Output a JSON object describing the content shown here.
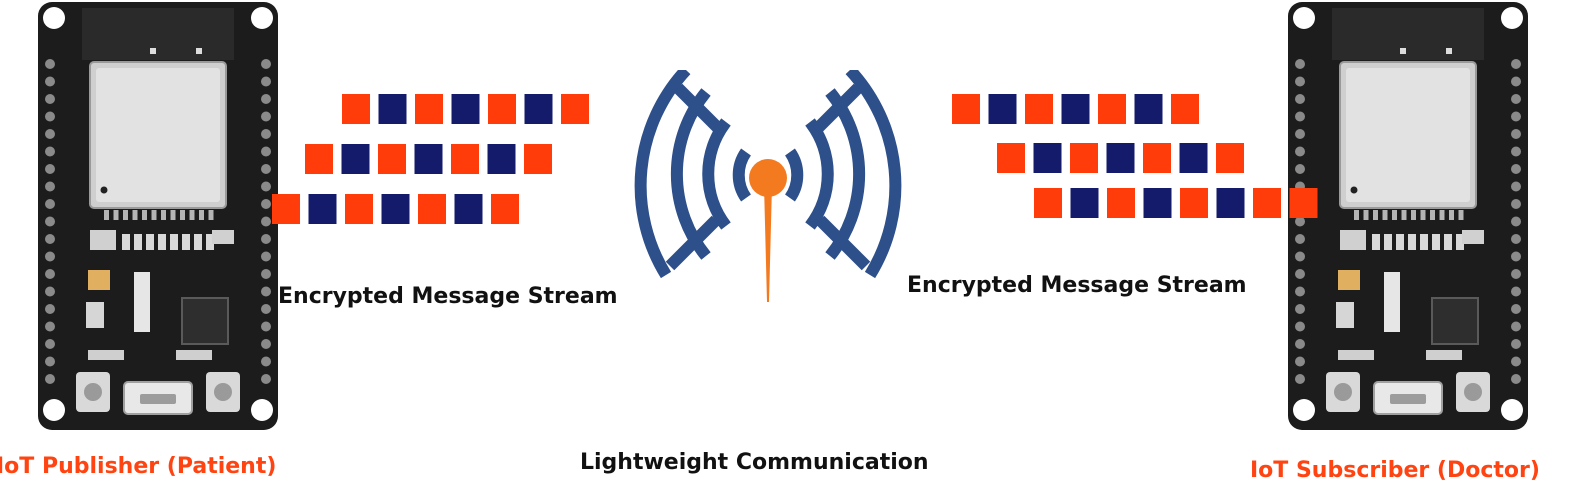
{
  "publisher": {
    "label": "IoT Publisher (Patient)"
  },
  "subscriber": {
    "label": "IoT Subscriber (Doctor)"
  },
  "streams": {
    "left_label": "Encrypted Message Stream",
    "right_label": "Encrypted Message Stream"
  },
  "footer": {
    "label": "Lightweight Communication"
  },
  "colors": {
    "packet_orange": "#ff3c0a",
    "packet_navy": "#151b6b",
    "label_orange": "#ff4412",
    "antenna_blue": "#2d4f8a",
    "antenna_orange": "#f47a20",
    "board_black": "#1a1a1a"
  },
  "icons": {
    "left_device": "esp32-board-icon",
    "right_device": "esp32-board-icon",
    "center": "wireless-antenna-icon"
  },
  "packet_rows": {
    "left": [
      [
        "orange",
        "navy",
        "orange",
        "navy",
        "orange",
        "navy",
        "orange"
      ],
      [
        "orange",
        "navy",
        "orange",
        "navy",
        "orange",
        "navy",
        "orange"
      ],
      [
        "orange",
        "navy",
        "orange",
        "navy",
        "orange",
        "navy",
        "orange"
      ]
    ],
    "right": [
      [
        "orange",
        "navy",
        "orange",
        "navy",
        "orange",
        "navy",
        "orange"
      ],
      [
        "orange",
        "navy",
        "orange",
        "navy",
        "orange",
        "navy",
        "orange"
      ],
      [
        "orange",
        "navy",
        "orange",
        "navy",
        "orange",
        "navy",
        "orange",
        "orange"
      ]
    ]
  }
}
